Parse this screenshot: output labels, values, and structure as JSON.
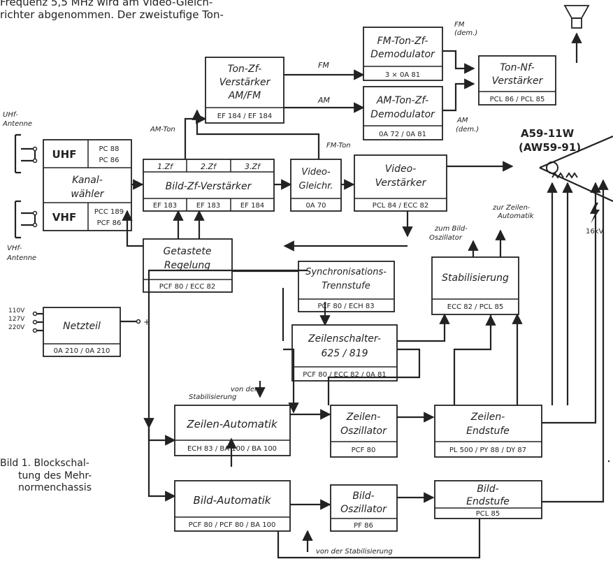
{
  "header": {
    "line1": "Frequenz 5,5 MHz wird am Video-Gleich-",
    "line2": "richter abgenommen. Der zweistufige Ton-"
  },
  "caption": {
    "line1": "Bild 1. Blockschal-",
    "line2": "tung des Mehr-",
    "line3": "normenchassis"
  },
  "blocks": {
    "fm_demod": {
      "title1": "FM-Ton-Zf-",
      "title2": "Demodulator",
      "tubes": "3 × 0A 81"
    },
    "am_demod": {
      "title1": "AM-Ton-Zf-",
      "title2": "Demodulator",
      "tubes": "0A 72 / 0A 81"
    },
    "ton_zf": {
      "title1": "Ton-Zf-",
      "title2": "Verstärker",
      "title3": "AM/FM",
      "tubes": "EF 184 / EF 184"
    },
    "ton_nf": {
      "title1": "Ton-Nf-",
      "title2": "Verstärker",
      "tubes": "PCL 86 / PCL 85"
    },
    "tuner": {
      "uhf": "UHF",
      "vhf": "VHF",
      "uhf_tube1": "PC 88",
      "uhf_tube2": "PC 86",
      "label1": "Kanal-",
      "label2": "wähler",
      "vhf_tube1": "PCC 189",
      "vhf_tube2": "PCF 86"
    },
    "bild_zf": {
      "zf1": "1.Zf",
      "zf2": "2.Zf",
      "zf3": "3.Zf",
      "title": "Bild-Zf-Verstärker",
      "tube1": "EF 183",
      "tube2": "EF 183",
      "tube3": "EF 184"
    },
    "video_gleichr": {
      "title1": "Video-",
      "title2": "Gleichr.",
      "tubes": "0A 70"
    },
    "video_verst": {
      "title1": "Video-",
      "title2": "Verstärker",
      "tubes": "PCL 84 / ECC 82"
    },
    "regelung": {
      "title1": "Getastete",
      "title2": "Regelung",
      "tubes": "PCF 80 / ECC 82"
    },
    "sync": {
      "title1": "Synchronisations-",
      "title2": "Trennstufe",
      "tubes": "PCF 80 / ECH 83"
    },
    "stabilisierung": {
      "title": "Stabilisierung",
      "tubes": "ECC 82 / PCL 85"
    },
    "netzteil": {
      "title": "Netzteil",
      "tubes": "0A 210 / 0A 210"
    },
    "zeilenschalter": {
      "title1": "Zeilenschalter-",
      "title2": "625 / 819",
      "tubes": "PCF 80 / ECC 82 / 0A 81"
    },
    "zeilen_automatik": {
      "title": "Zeilen-Automatik",
      "tubes": "ECH 83 / BA 100 / BA 100"
    },
    "zeilen_oszillator": {
      "title1": "Zeilen-",
      "title2": "Oszillator",
      "tubes": "PCF 80"
    },
    "zeilen_endstufe": {
      "title1": "Zeilen-",
      "title2": "Endstufe",
      "tubes": "PL 500 / PY 88 / DY 87"
    },
    "bild_automatik": {
      "title": "Bild-Automatik",
      "tubes": "PCF 80 / PCF 80 / BA 100"
    },
    "bild_oszillator": {
      "title1": "Bild-",
      "title2": "Oszillator",
      "tubes": "PF 86"
    },
    "bild_endstufe": {
      "title1": "Bild-",
      "title2": "Endstufe",
      "tubes": "PCL 85"
    }
  },
  "labels": {
    "fm": "FM",
    "am": "AM",
    "fm_dem_1": "FM",
    "fm_dem_2": "(dem.)",
    "am_dem_1": "AM",
    "am_dem_2": "(dem.)",
    "am_ton": "AM-Ton",
    "fm_ton": "FM-Ton",
    "uhf_antenne_1": "UHf-",
    "uhf_antenne_2": "Antenne",
    "vhf_antenne_1": "VHf-",
    "vhf_antenne_2": "Antenne",
    "crt_1": "A59-11W",
    "crt_2": "(AW59-91)",
    "zur_zeilen_1": "zur Zeilen-",
    "zur_zeilen_2": "Automatik",
    "zum_bild_1": "zum Bild-",
    "zum_bild_2": "Oszillator",
    "hv": "16kV",
    "v110": "110V",
    "v127": "127V",
    "v220": "220V",
    "plus": "+",
    "von_stab_1": "von der",
    "von_stab_2": "Stabilisierung",
    "von_stab_bottom": "von der Stabilisierung"
  }
}
